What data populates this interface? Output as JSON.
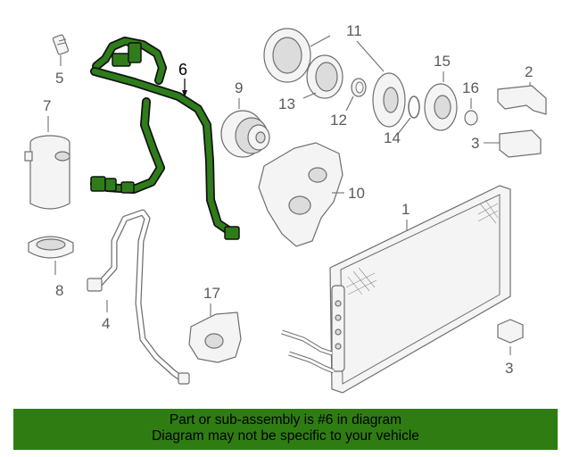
{
  "highlight_color": "#2f7d12",
  "highlighted_part": "6",
  "callouts": {
    "p1": "1",
    "p2": "2",
    "p3a": "3",
    "p3b": "3",
    "p4": "4",
    "p5": "5",
    "p6": "6",
    "p7": "7",
    "p8": "8",
    "p9": "9",
    "p10": "10",
    "p11": "11",
    "p12": "12",
    "p13": "13",
    "p14": "14",
    "p15": "15",
    "p16": "16",
    "p17": "17"
  },
  "banner": {
    "line1": "Part or sub-assembly is #6 in diagram",
    "line2": "Diagram may not be specific to your vehicle"
  }
}
